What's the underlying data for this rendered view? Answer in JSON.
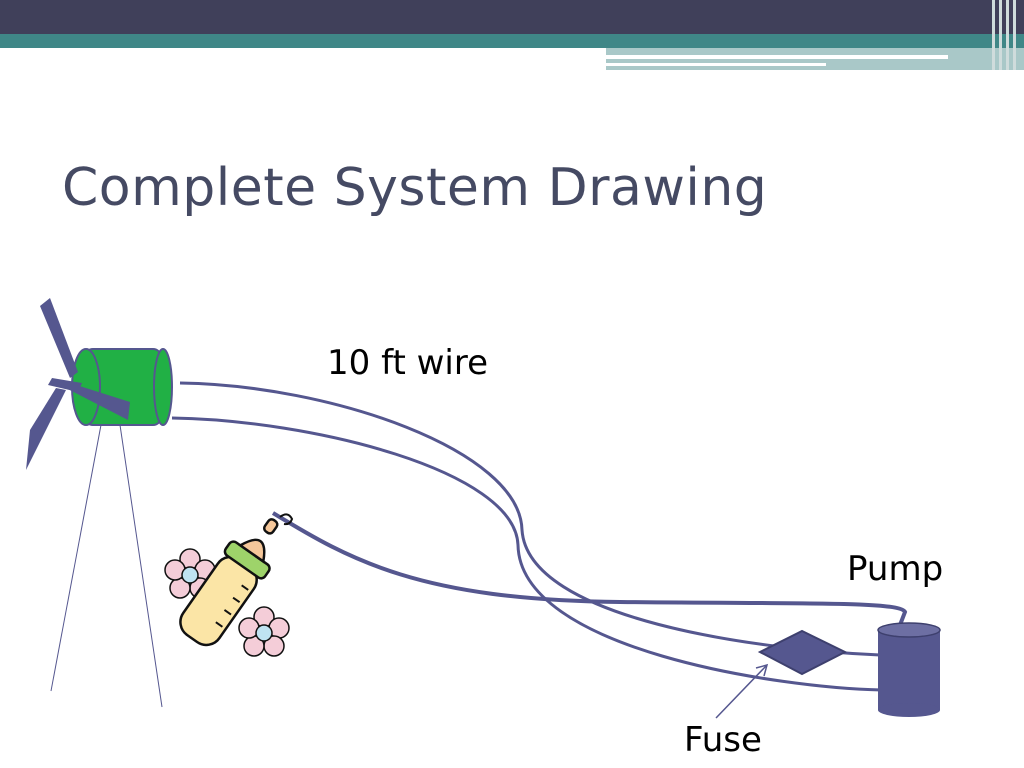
{
  "slide": {
    "title": "Complete System Drawing"
  },
  "diagram": {
    "labels": {
      "wire": "10 ft wire",
      "pump": "Pump",
      "fuse": "Fuse"
    },
    "colors": {
      "title": "#454a63",
      "wire": "#55578f",
      "turbine_body": "#21b045",
      "blades": "#55578f",
      "pump": "#55578f",
      "fuse": "#55578f",
      "header_dark": "#40405a",
      "header_teal": "#3f8787"
    },
    "icons": [
      "wind-turbine-icon",
      "baby-bottle-clipart-icon",
      "pump-cylinder-icon",
      "fuse-diamond-icon"
    ]
  }
}
